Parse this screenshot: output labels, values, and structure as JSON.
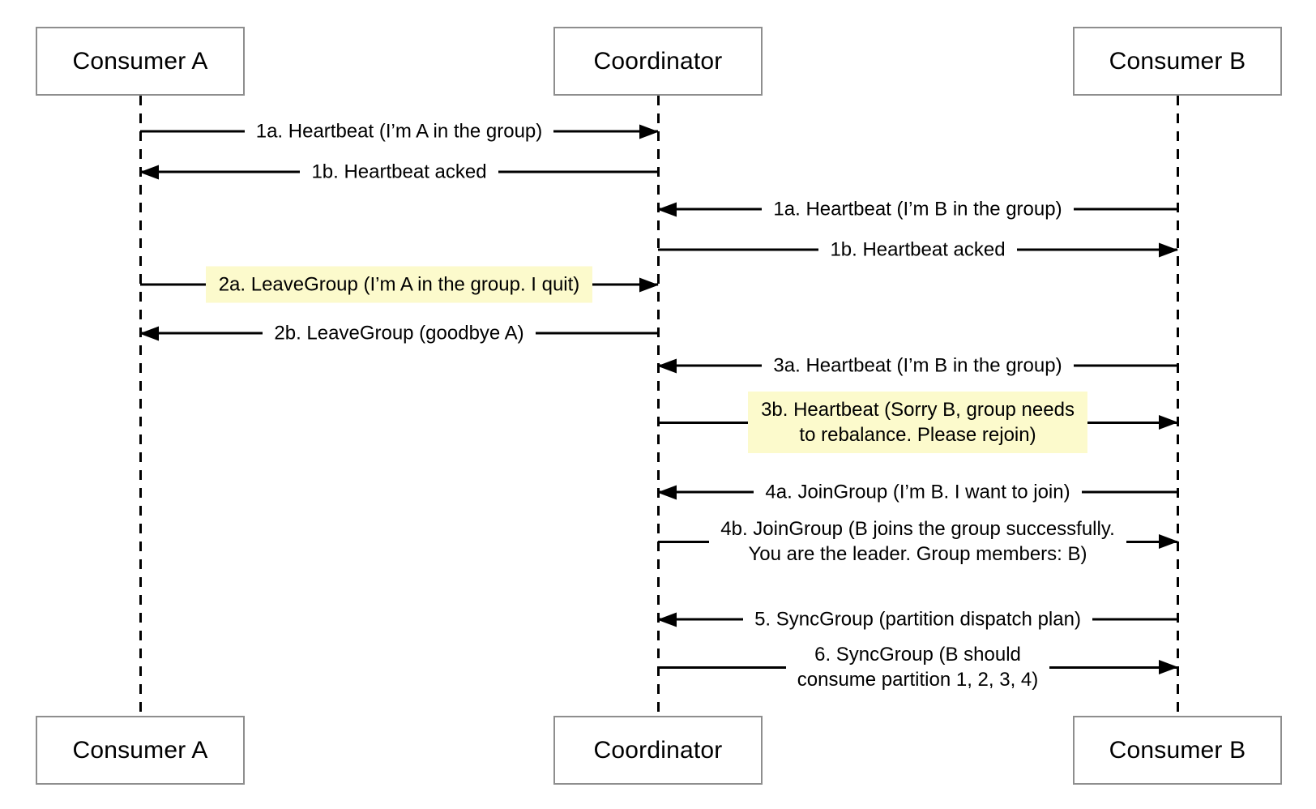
{
  "diagram": {
    "highlight_color": "#FCFACC",
    "line_color": "#000000",
    "box_border_color": "#8e8e8e",
    "actors": [
      {
        "id": "consumer-a",
        "label": "Consumer A"
      },
      {
        "id": "coordinator",
        "label": "Coordinator"
      },
      {
        "id": "consumer-b",
        "label": "Consumer B"
      }
    ],
    "messages": [
      {
        "from": "consumer-a",
        "to": "coordinator",
        "highlight": false,
        "lines": [
          "1a. Heartbeat (I’m A in the group)"
        ]
      },
      {
        "from": "coordinator",
        "to": "consumer-a",
        "highlight": false,
        "lines": [
          "1b. Heartbeat acked"
        ]
      },
      {
        "from": "consumer-b",
        "to": "coordinator",
        "highlight": false,
        "lines": [
          "1a. Heartbeat (I’m B in the group)"
        ]
      },
      {
        "from": "coordinator",
        "to": "consumer-b",
        "highlight": false,
        "lines": [
          "1b. Heartbeat acked"
        ]
      },
      {
        "from": "consumer-a",
        "to": "coordinator",
        "highlight": true,
        "lines": [
          "2a. LeaveGroup (I’m A in the group. I quit)"
        ]
      },
      {
        "from": "coordinator",
        "to": "consumer-a",
        "highlight": false,
        "lines": [
          "2b. LeaveGroup (goodbye A)"
        ]
      },
      {
        "from": "consumer-b",
        "to": "coordinator",
        "highlight": false,
        "lines": [
          "3a. Heartbeat (I’m B in the group)"
        ]
      },
      {
        "from": "coordinator",
        "to": "consumer-b",
        "highlight": true,
        "lines": [
          "3b. Heartbeat (Sorry B, group needs",
          "to rebalance. Please rejoin)"
        ]
      },
      {
        "from": "consumer-b",
        "to": "coordinator",
        "highlight": false,
        "lines": [
          "4a. JoinGroup (I’m B. I want to join)"
        ]
      },
      {
        "from": "coordinator",
        "to": "consumer-b",
        "highlight": false,
        "lines": [
          "4b. JoinGroup (B joins the group successfully.",
          "You are the leader. Group members: B)"
        ]
      },
      {
        "from": "consumer-b",
        "to": "coordinator",
        "highlight": false,
        "lines": [
          "5. SyncGroup (partition dispatch plan)"
        ]
      },
      {
        "from": "coordinator",
        "to": "consumer-b",
        "highlight": false,
        "lines": [
          "6. SyncGroup (B should",
          "consume partition 1, 2, 3, 4)"
        ]
      }
    ]
  }
}
